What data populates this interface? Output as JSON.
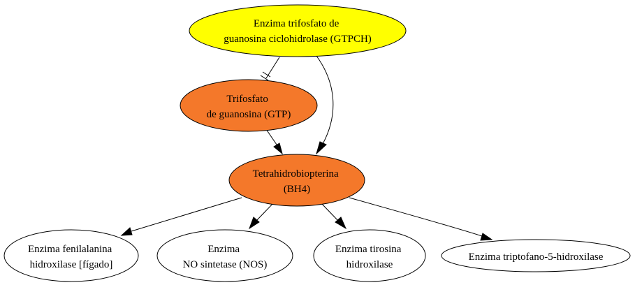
{
  "diagram": {
    "nodes": {
      "gtpch": {
        "lines": [
          "Enzima trifosfato de",
          "guanosina ciclohidrolase (GTPCH)"
        ],
        "fill": "#ffff00"
      },
      "gtp": {
        "lines": [
          "Trifosfato",
          "de guanosina (GTP)"
        ],
        "fill": "#f4782a"
      },
      "bh4": {
        "lines": [
          "Tetrahidrobiopterina",
          "(BH4)"
        ],
        "fill": "#f4782a"
      },
      "fenilalanina": {
        "lines": [
          "Enzima fenilalanina",
          "hidroxilase [fígado]"
        ],
        "fill": "#ffffff"
      },
      "nos": {
        "lines": [
          "Enzima",
          "NO sintetase (NOS)"
        ],
        "fill": "#ffffff"
      },
      "tirosina": {
        "lines": [
          "Enzima tirosina",
          "hidroxilase"
        ],
        "fill": "#ffffff"
      },
      "triptofano": {
        "lines": [
          "Enzima triptofano-5-hidroxilase"
        ],
        "fill": "#ffffff"
      }
    },
    "edges": [
      {
        "from": "gtpch",
        "to": "gtp",
        "style": "tee-inhibition"
      },
      {
        "from": "gtpch",
        "to": "bh4",
        "style": "arrow"
      },
      {
        "from": "gtp",
        "to": "bh4",
        "style": "arrow"
      },
      {
        "from": "bh4",
        "to": "fenilalanina",
        "style": "arrow"
      },
      {
        "from": "bh4",
        "to": "nos",
        "style": "arrow"
      },
      {
        "from": "bh4",
        "to": "tirosina",
        "style": "arrow"
      },
      {
        "from": "bh4",
        "to": "triptofano",
        "style": "arrow"
      }
    ]
  }
}
